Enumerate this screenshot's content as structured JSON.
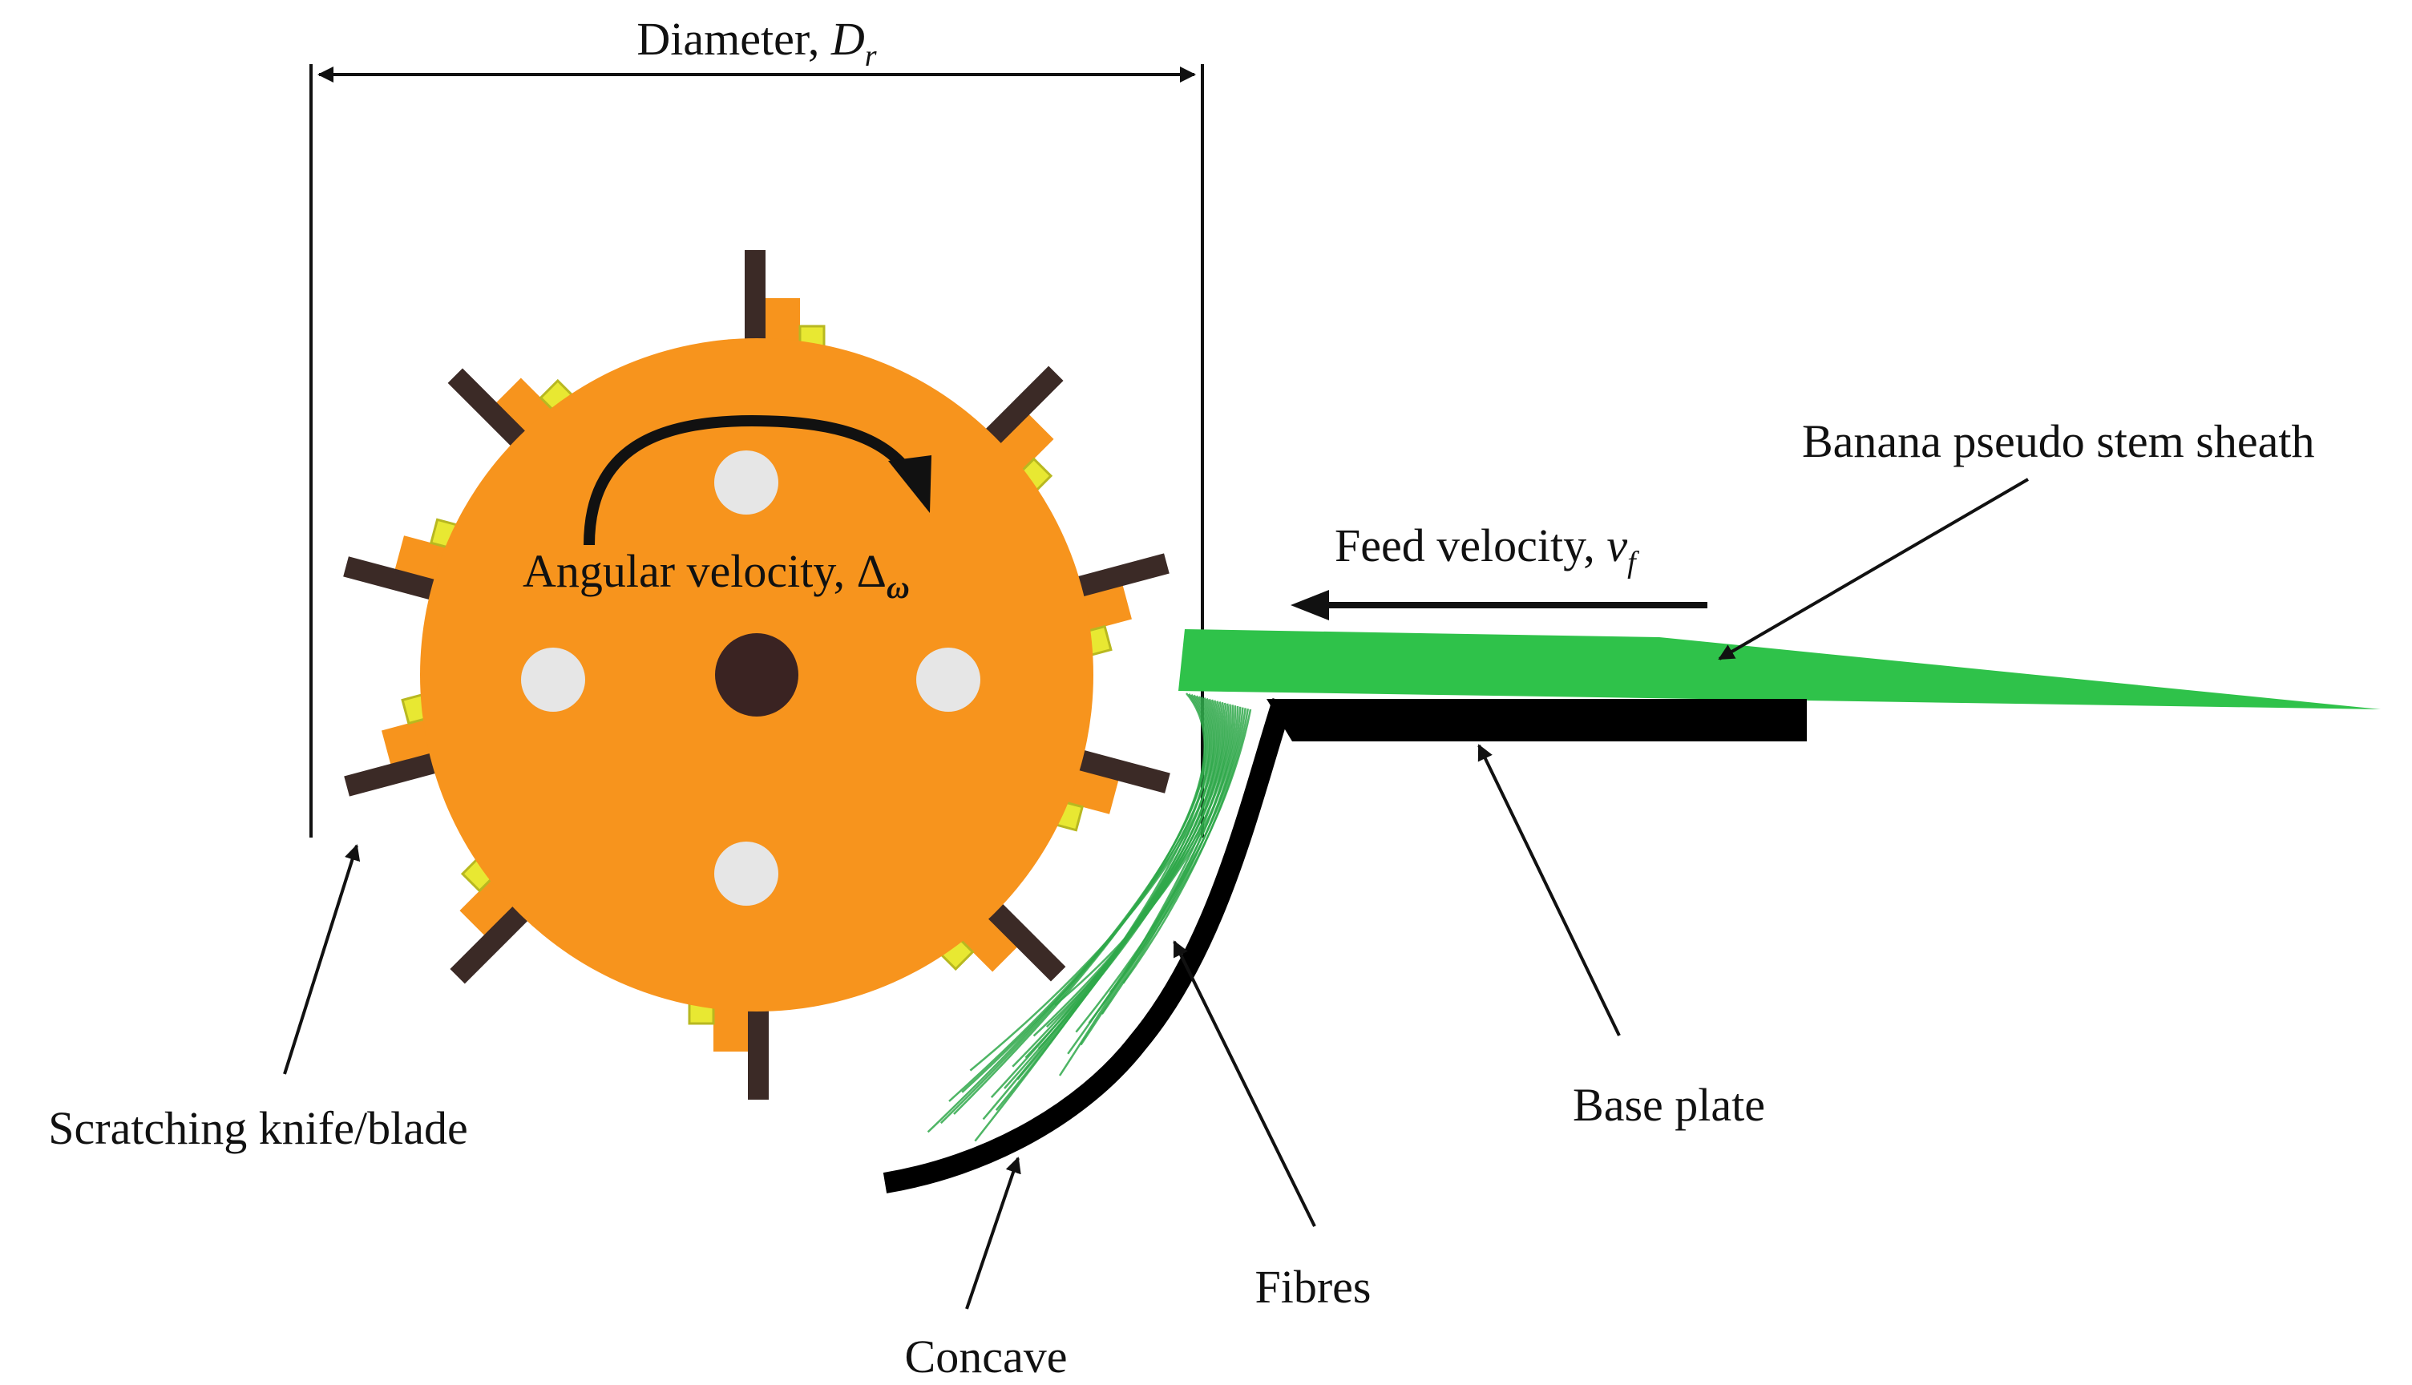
{
  "labels": {
    "diameter": "Diameter, ",
    "diameter_symbol": "D",
    "diameter_subscript": "r",
    "angular_velocity": "Angular velocity, Δ",
    "angular_velocity_subscript": "ω",
    "feed_velocity": "Feed velocity, ",
    "feed_velocity_symbol": "v",
    "feed_velocity_subscript": "f",
    "sheath": "Banana pseudo stem sheath",
    "base_plate": "Base plate",
    "scratching_knife": "Scratching knife/blade",
    "fibres": "Fibres",
    "concave": "Concave"
  },
  "colors": {
    "drum": "#f7941d",
    "blade": "#3b2a26",
    "bolt": "#e8e832",
    "hub": "#3a2322",
    "hole": "#e6e6e6",
    "sheath": "#2fc24a",
    "fibre": "#2fa84a",
    "plate": "#000000",
    "line": "#111111"
  },
  "icons": {
    "rotation": "curved-arrow-icon",
    "feed": "left-arrow-icon"
  }
}
